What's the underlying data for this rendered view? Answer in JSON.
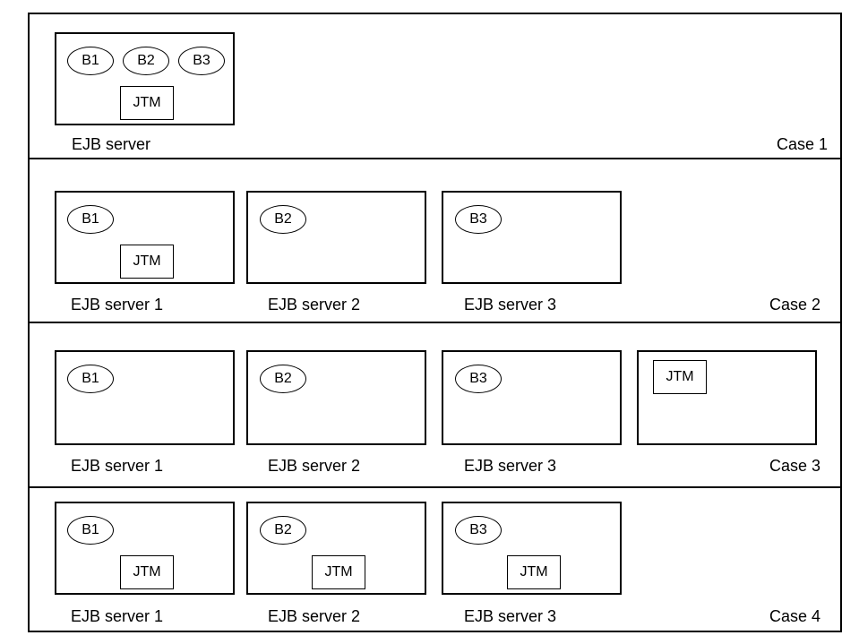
{
  "labels": {
    "bean1": "B1",
    "bean2": "B2",
    "bean3": "B3",
    "jtm": "JTM",
    "ejb_server": "EJB server",
    "ejb_server_1": "EJB server 1",
    "ejb_server_2": "EJB server 2",
    "ejb_server_3": "EJB server 3"
  },
  "cases": {
    "case1": "Case 1",
    "case2": "Case 2",
    "case3": "Case 3",
    "case4": "Case 4"
  }
}
